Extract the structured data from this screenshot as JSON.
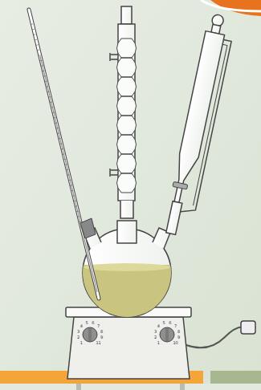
{
  "diagram": {
    "labels": [
      "1",
      "2",
      "3",
      "4",
      "5",
      "6",
      "7",
      "8",
      "9",
      "11",
      "1",
      "2",
      "3",
      "4",
      "5",
      "6",
      "7",
      "8",
      "9",
      "10"
    ]
  }
}
